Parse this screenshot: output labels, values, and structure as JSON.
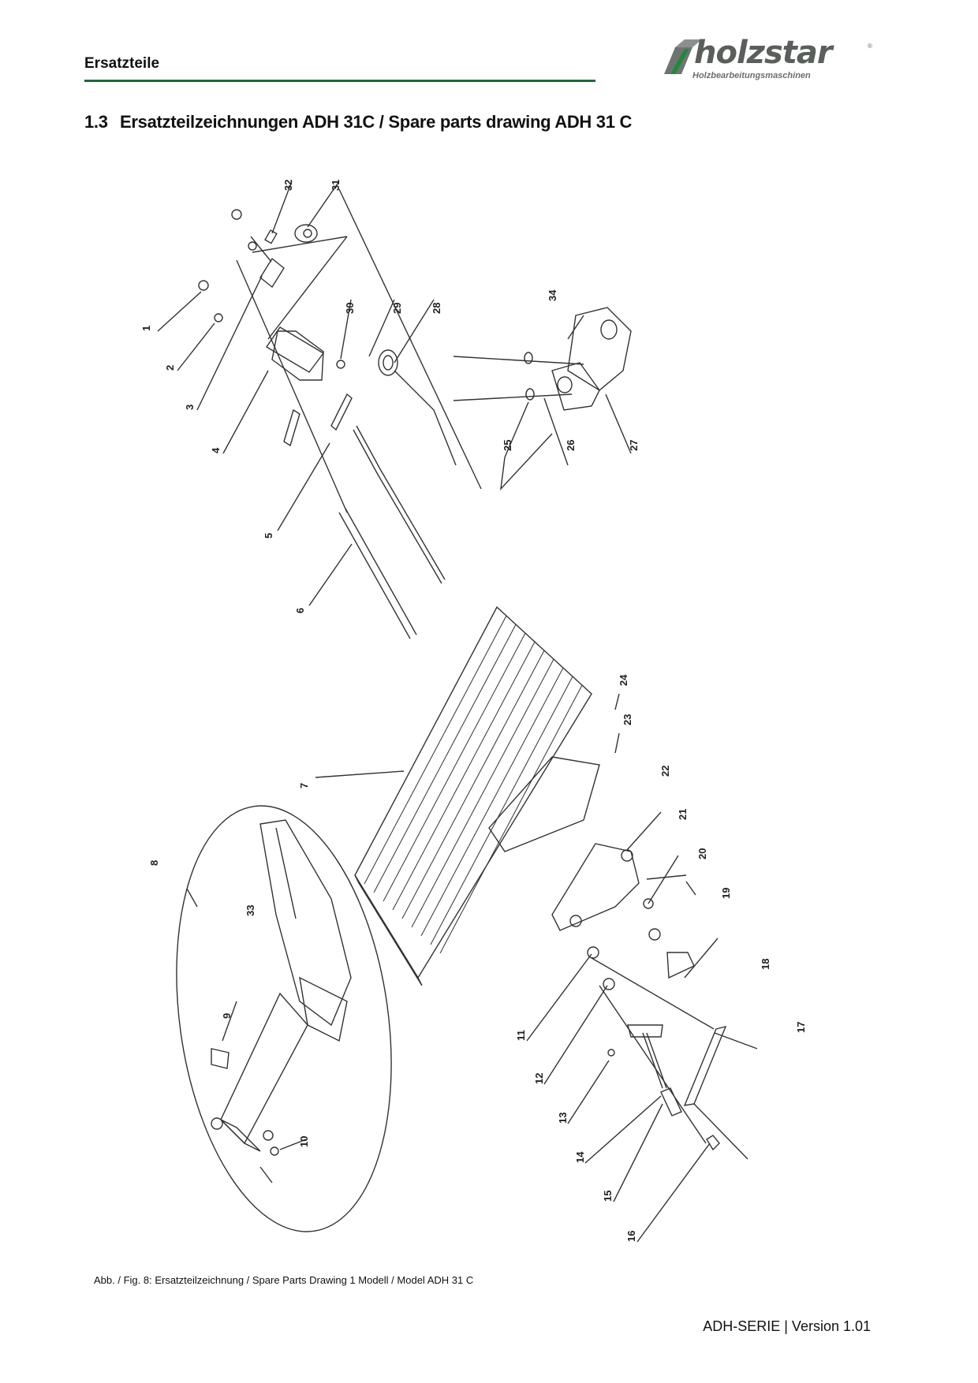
{
  "header": {
    "title": "Ersatzteile",
    "brand": "holzstar",
    "brand_sub": "Holzbearbeitungsmaschinen",
    "brand_reg": "®",
    "rule_color": "#1e6a3a"
  },
  "section": {
    "number": "1.3",
    "title": "Ersatzteilzeichnungen ADH 31C / Spare parts drawing ADH 31 C"
  },
  "drawing": {
    "part_labels": [
      "1",
      "2",
      "3",
      "4",
      "5",
      "6",
      "7",
      "8",
      "9",
      "10",
      "11",
      "12",
      "13",
      "14",
      "15",
      "16",
      "17",
      "18",
      "19",
      "20",
      "21",
      "22",
      "23",
      "24",
      "25",
      "26",
      "27",
      "28",
      "29",
      "30",
      "31",
      "32",
      "33",
      "34"
    ]
  },
  "caption": "Abb. / Fig. 8: Ersatzteilzeichnung / Spare Parts Drawing 1 Modell / Model ADH 31 C",
  "footer": "ADH-SERIE | Version 1.01"
}
